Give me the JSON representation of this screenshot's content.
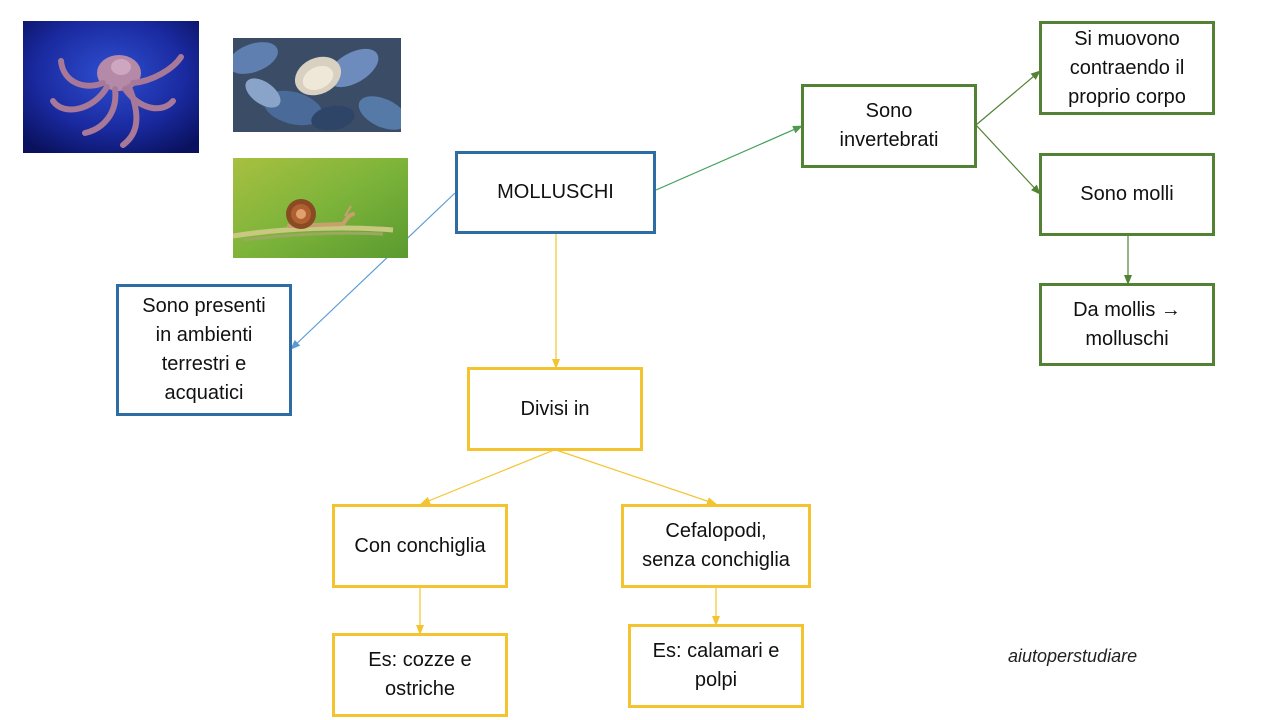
{
  "nodes": {
    "molluschi": "MOLLUSCHI",
    "invertebrati": "Sono\ninvertebrati",
    "si_muovono": "Si muovono\ncontraendo il\nproprio corpo",
    "sono_molli": "Sono molli",
    "da_mollis": "Da mollis →\nmolluschi",
    "ambienti": "Sono presenti\nin ambienti\nterrestri e\nacquatici",
    "divisi_in": "Divisi in",
    "con_conchiglia": "Con conchiglia",
    "cefalopodi": "Cefalopodi,\nsenza conchiglia",
    "es_cozze": "Es: cozze e\nostriche",
    "es_calamari": "Es: calamari e\npolpi"
  },
  "watermark": "aiutoperstudiare",
  "colors": {
    "blue": "#2e6da4",
    "green": "#548235",
    "yellow": "#f4c430"
  },
  "images": [
    "octopus-photo",
    "mussels-photo",
    "snail-photo"
  ]
}
